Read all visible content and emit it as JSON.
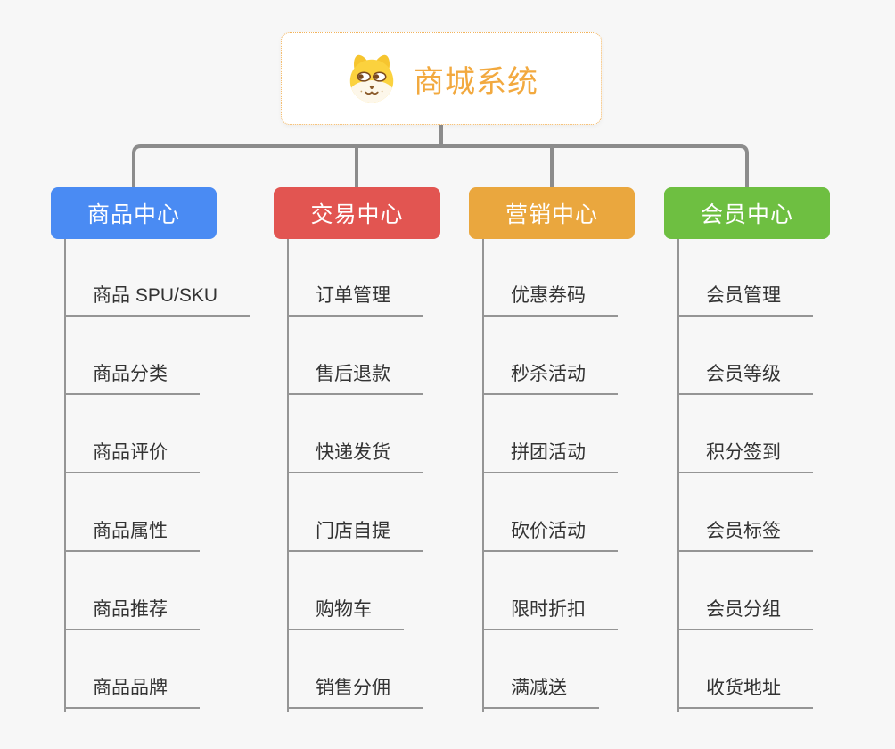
{
  "root": {
    "title": "商城系统",
    "icon": "dog-face-icon"
  },
  "branches": [
    {
      "id": "product-center",
      "label": "商品中心",
      "color": "#4a8bf3",
      "children": [
        "商品 SPU/SKU",
        "商品分类",
        "商品评价",
        "商品属性",
        "商品推荐",
        "商品品牌"
      ]
    },
    {
      "id": "trade-center",
      "label": "交易中心",
      "color": "#e25551",
      "children": [
        "订单管理",
        "售后退款",
        "快递发货",
        "门店自提",
        "购物车",
        "销售分佣"
      ]
    },
    {
      "id": "marketing-center",
      "label": "营销中心",
      "color": "#eaa73e",
      "children": [
        "优惠券码",
        "秒杀活动",
        "拼团活动",
        "砍价活动",
        "限时折扣",
        "满减送"
      ]
    },
    {
      "id": "member-center",
      "label": "会员中心",
      "color": "#6ebf41",
      "children": [
        "会员管理",
        "会员等级",
        "积分签到",
        "会员标签",
        "会员分组",
        "收货地址"
      ]
    }
  ],
  "colors": {
    "background": "#f7f7f7",
    "connector_line": "#8c8c8c",
    "leaf_line": "#959595",
    "root_text": "#f2a93f",
    "root_border": "#f3b45c",
    "leaf_text": "#333333"
  }
}
